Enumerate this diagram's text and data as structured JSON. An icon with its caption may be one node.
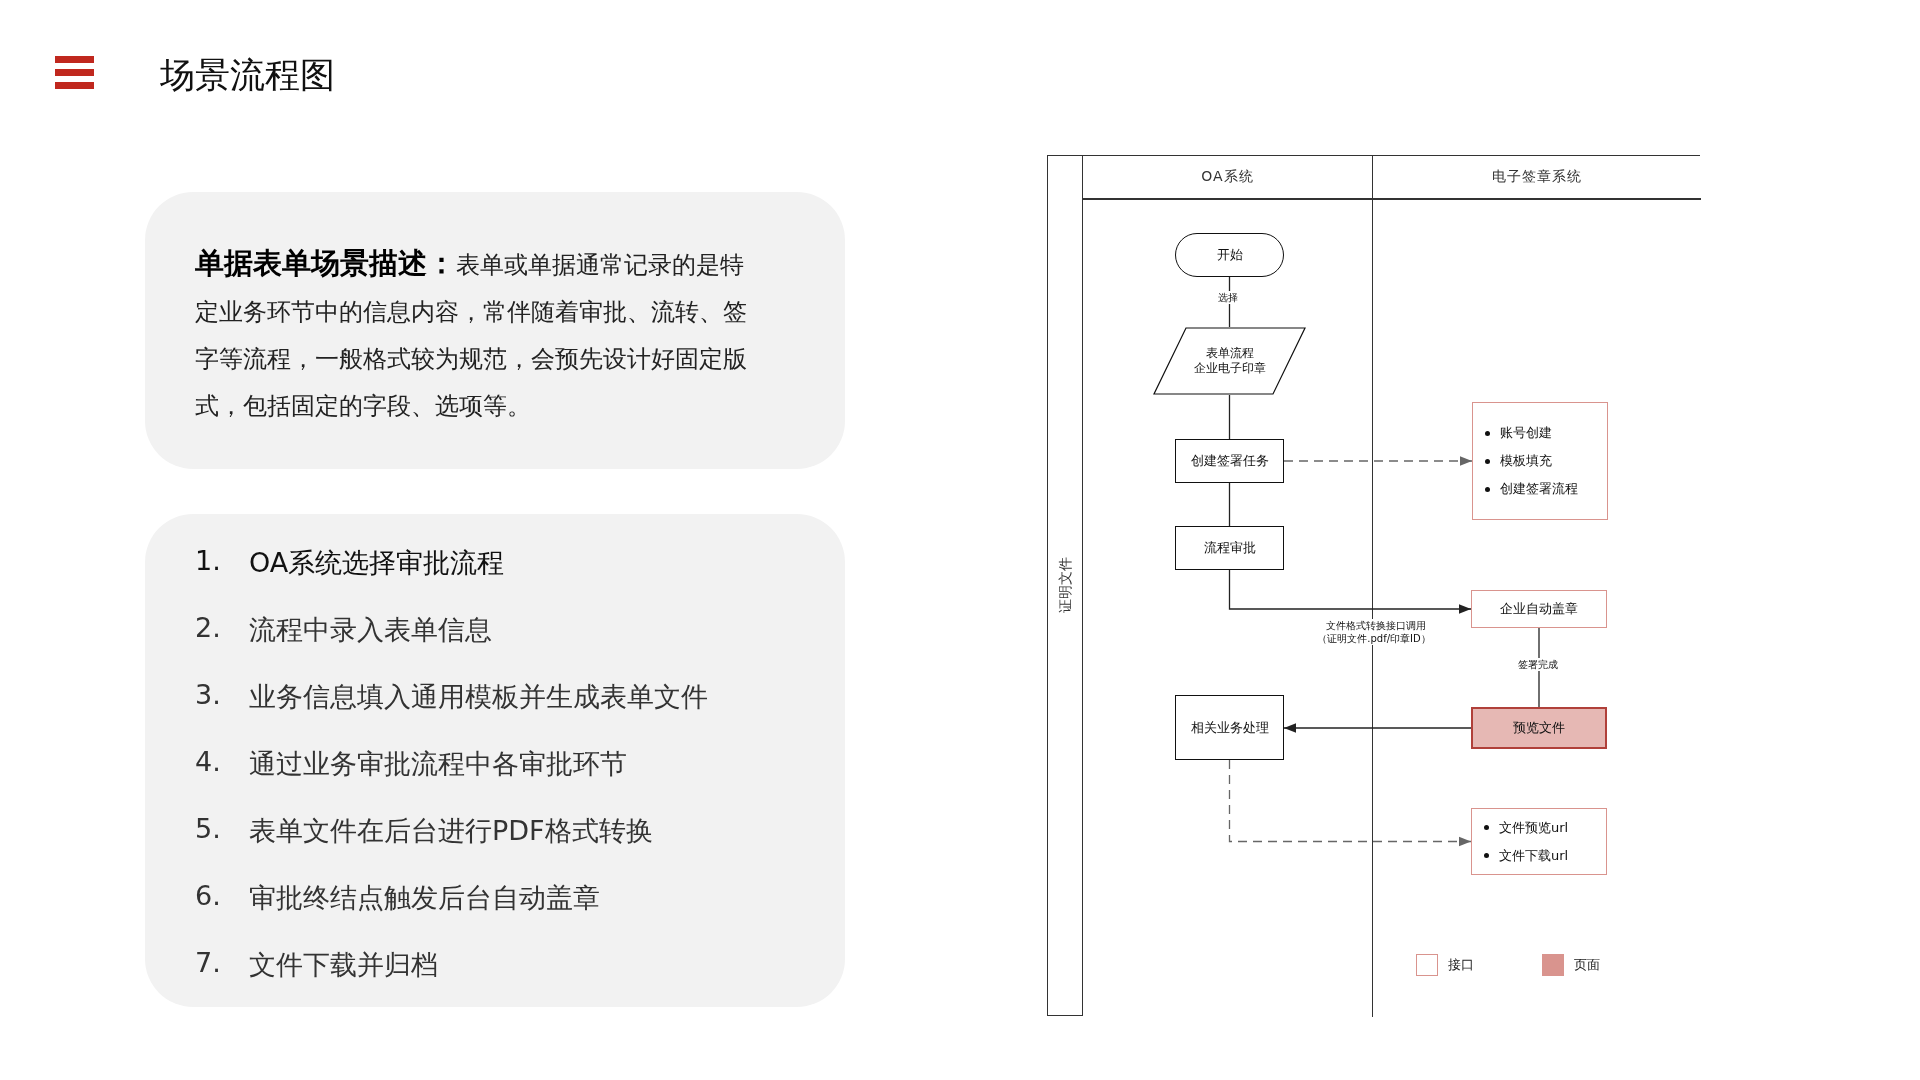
{
  "diagram": {
    "title": "场景流程图",
    "nodes": [
      {
        "text": [
          "证明文件"
        ]
      },
      {
        "text": [
          "OA系统"
        ],
        "in": 0
      },
      {
        "text": [
          "电子签章系统"
        ],
        "in": 0
      },
      {
        "text": [
          "开始"
        ],
        "in": 1
      },
      {
        "text": [
          "表单流程",
          "企业电子印章"
        ],
        "in": 1
      },
      {
        "text": [
          "创建签署任务"
        ],
        "in": 1
      },
      {
        "text": [
          "账号创建",
          "模板填充",
          "创建签署流程"
        ],
        "in": 2
      },
      {
        "text": [
          "流程审批"
        ],
        "in": 1
      },
      {
        "text": [
          "企业自动盖章"
        ],
        "in": 2
      },
      {
        "text": [
          "预览文件"
        ],
        "in": 2
      },
      {
        "text": [
          "相关业务处理"
        ],
        "in": 1
      },
      {
        "text": [
          "文件预览url",
          "文件下载url"
        ],
        "in": 2
      }
    ],
    "edges": [
      {
        "from": 3,
        "to": 4,
        "arrow": "none",
        "label": "选择"
      },
      {
        "from": 4,
        "to": 5,
        "arrow": "none"
      },
      {
        "from": 5,
        "to": 6,
        "arrow": "to",
        "style": "dashed",
        "color": "#666666"
      },
      {
        "from": 5,
        "to": 7,
        "arrow": "none"
      },
      {
        "from": 7,
        "to": 8,
        "arrow": "to",
        "label": "文件格式转换接口调用（证明文件.pdf/印章ID）"
      },
      {
        "from": 8,
        "to": 9,
        "arrow": "none",
        "label": "签署完成"
      },
      {
        "from": 9,
        "to": 10,
        "arrow": "to"
      },
      {
        "from": 10,
        "to": 11,
        "arrow": "to",
        "style": "dashed",
        "color": "#666666"
      }
    ],
    "labels": [
      "**单据表单场景描述：**表单或单据通常记录的是特定业务环节中的信息内容，常伴随着审批、流转、签字等流程，一般格式较为规范，会预先设计好固定版式，包括固定的字段、选项等。",
      "1.",
      "OA系统选择审批流程",
      "2.",
      "流程中录入表单信息",
      "3.",
      "业务信息填入通用模板并生成表单文件",
      "4.",
      "通过业务审批流程中各审批环节",
      "5.",
      "表单文件在后台进行PDF格式转换",
      "6.",
      "审批终结点触发后台自动盖章",
      "7.",
      "文件下载并归档"
    ],
    "legend": [
      {
        "text": "接口",
        "color": "#ffffff"
      },
      {
        "text": "页面",
        "color": "#d9948e"
      }
    ]
  }
}
